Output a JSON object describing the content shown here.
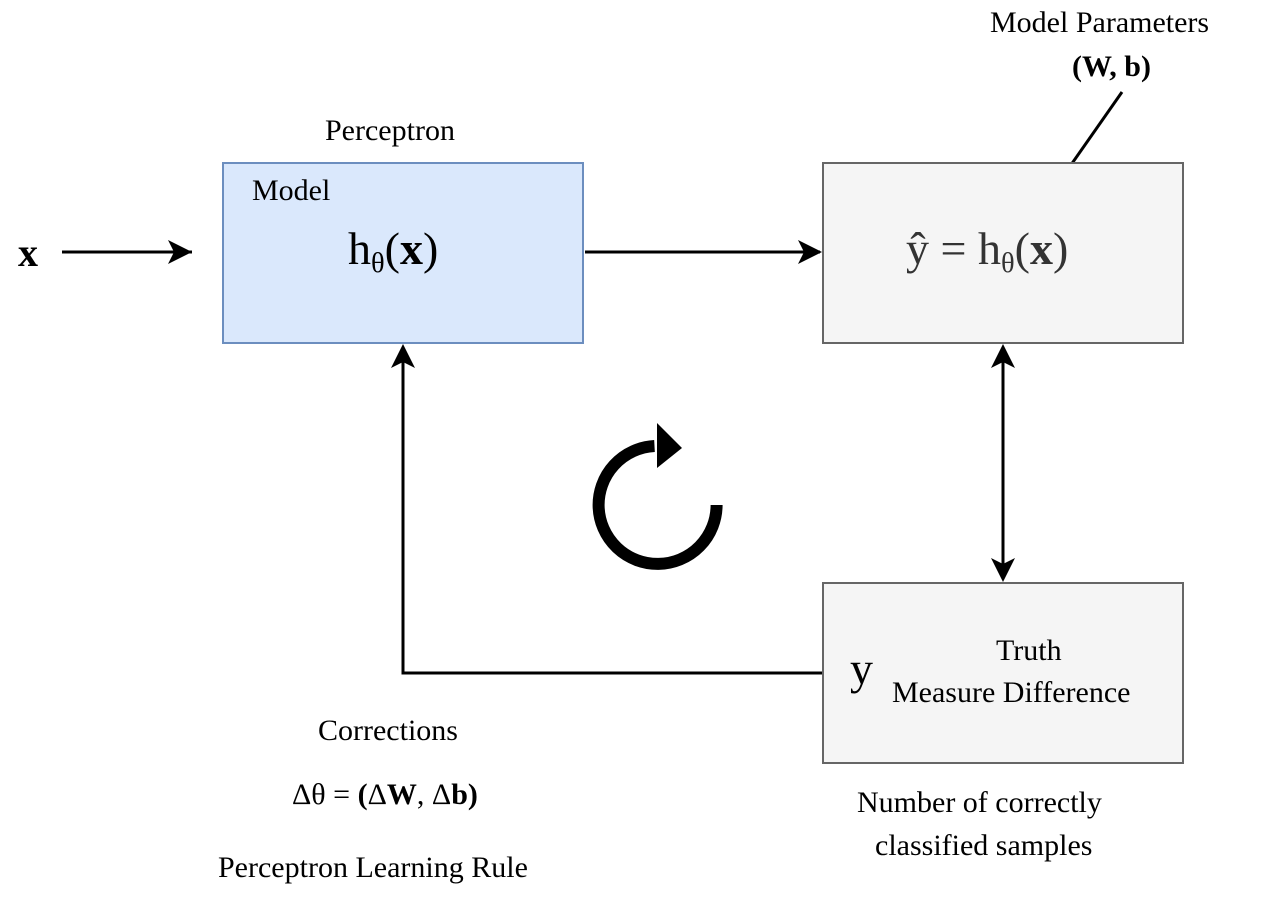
{
  "input": {
    "symbol": "x"
  },
  "perceptron": {
    "title": "Perceptron",
    "model_label": "Model",
    "function": {
      "base": "h",
      "sub": "θ",
      "open": "(",
      "arg": "x",
      "close": ")"
    }
  },
  "prediction": {
    "lhs": "ŷ",
    "equals": "=",
    "function": {
      "base": "h",
      "sub": "θ",
      "open": "(",
      "arg": "x",
      "close": ")"
    }
  },
  "parameters": {
    "title": "Model Parameters",
    "open": "(",
    "w": "W",
    "sep": ", ",
    "b": "b",
    "close": ")"
  },
  "truth": {
    "symbol": "y",
    "title": "Truth",
    "subtitle": "Measure Difference",
    "caption_line1": "Number of correctly",
    "caption_line2": "classified samples"
  },
  "corrections": {
    "title": "Corrections",
    "lhs": "Δθ = ",
    "open": "(",
    "dw_delta": "Δ",
    "dw": "W",
    "sep": ", ",
    "db_delta": "Δ",
    "db": "b",
    "close": ")",
    "rule": "Perceptron Learning Rule"
  },
  "icons": {
    "loop": "refresh-icon"
  },
  "colors": {
    "model_fill": "#dae8fc",
    "model_stroke": "#6c8ebf",
    "box_fill": "#f5f5f5",
    "box_stroke": "#666666"
  }
}
